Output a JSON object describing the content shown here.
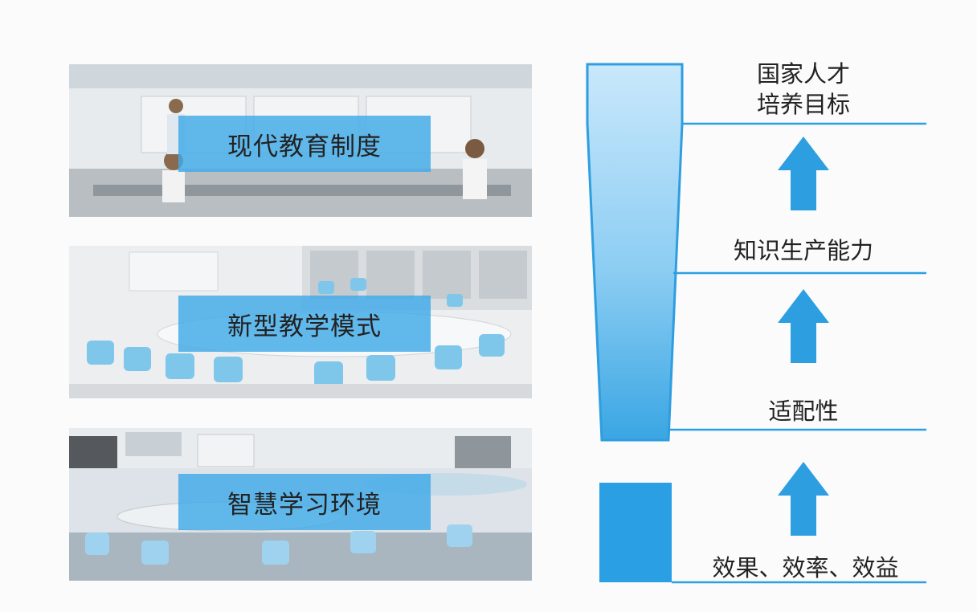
{
  "panels": [
    {
      "label": "现代教育制度",
      "scene": "classroom-with-teacher"
    },
    {
      "label": "新型教学模式",
      "scene": "round-table-classroom"
    },
    {
      "label": "智慧学习环境",
      "scene": "smart-learning-room"
    }
  ],
  "diagram": {
    "top_label_line1": "国家人才",
    "top_label_line2": "培养目标",
    "mid_label": "知识生产能力",
    "low_label": "适配性",
    "base_label": "效果、效率、效益",
    "colors": {
      "bar_top": "#c9e8fb",
      "bar_bottom": "#3aa6e3",
      "arrow": "#2d9fe0",
      "line": "#2b9fe3"
    }
  }
}
